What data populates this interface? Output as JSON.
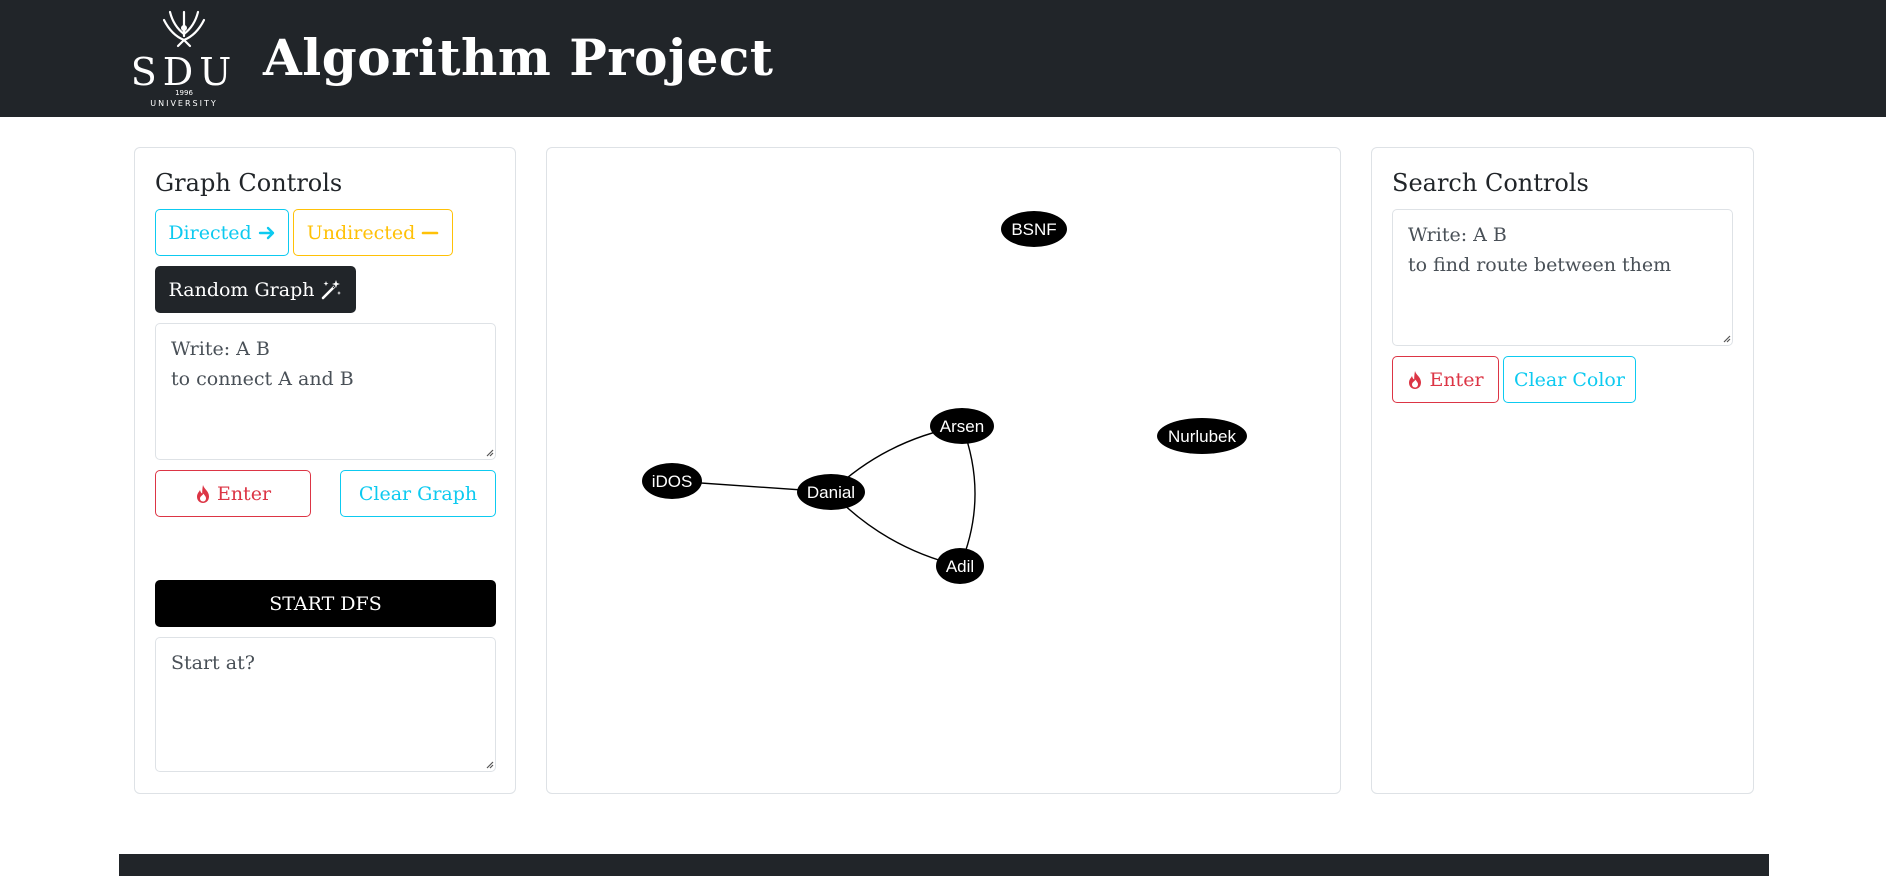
{
  "header": {
    "logo": {
      "text": "SDU",
      "year": "1996",
      "subtitle": "UNIVERSITY"
    },
    "title": "Algorithm Project"
  },
  "graph_controls": {
    "title": "Graph Controls",
    "directed_label": "Directed",
    "undirected_label": "Undirected",
    "random_label": "Random Graph",
    "connect_placeholder": "Write: A B\nto connect A and B",
    "enter_label": "Enter",
    "clear_graph_label": "Clear Graph",
    "start_dfs_label": "START DFS",
    "start_placeholder": "Start at?"
  },
  "graph": {
    "nodes": [
      {
        "id": "BSNF",
        "label": "BSNF"
      },
      {
        "id": "Arsen",
        "label": "Arsen"
      },
      {
        "id": "Nurlubek",
        "label": "Nurlubek"
      },
      {
        "id": "iDOS",
        "label": "iDOS"
      },
      {
        "id": "Danial",
        "label": "Danial"
      },
      {
        "id": "Adil",
        "label": "Adil"
      }
    ],
    "edges": [
      {
        "from": "iDOS",
        "to": "Danial"
      },
      {
        "from": "Danial",
        "to": "Arsen"
      },
      {
        "from": "Danial",
        "to": "Adil"
      },
      {
        "from": "Arsen",
        "to": "Adil"
      }
    ]
  },
  "search_controls": {
    "title": "Search Controls",
    "search_placeholder": "Write: A B\nto find route between them",
    "enter_label": "Enter",
    "clear_color_label": "Clear Color"
  },
  "colors": {
    "header_bg": "#212529",
    "info": "#0dcaf0",
    "warning": "#ffc107",
    "danger": "#dc3545",
    "node": "#000000"
  },
  "icons": {
    "directed": "arrow-right-icon",
    "undirected": "dash-icon",
    "random": "magic-wand-icon",
    "enter": "fire-icon"
  }
}
